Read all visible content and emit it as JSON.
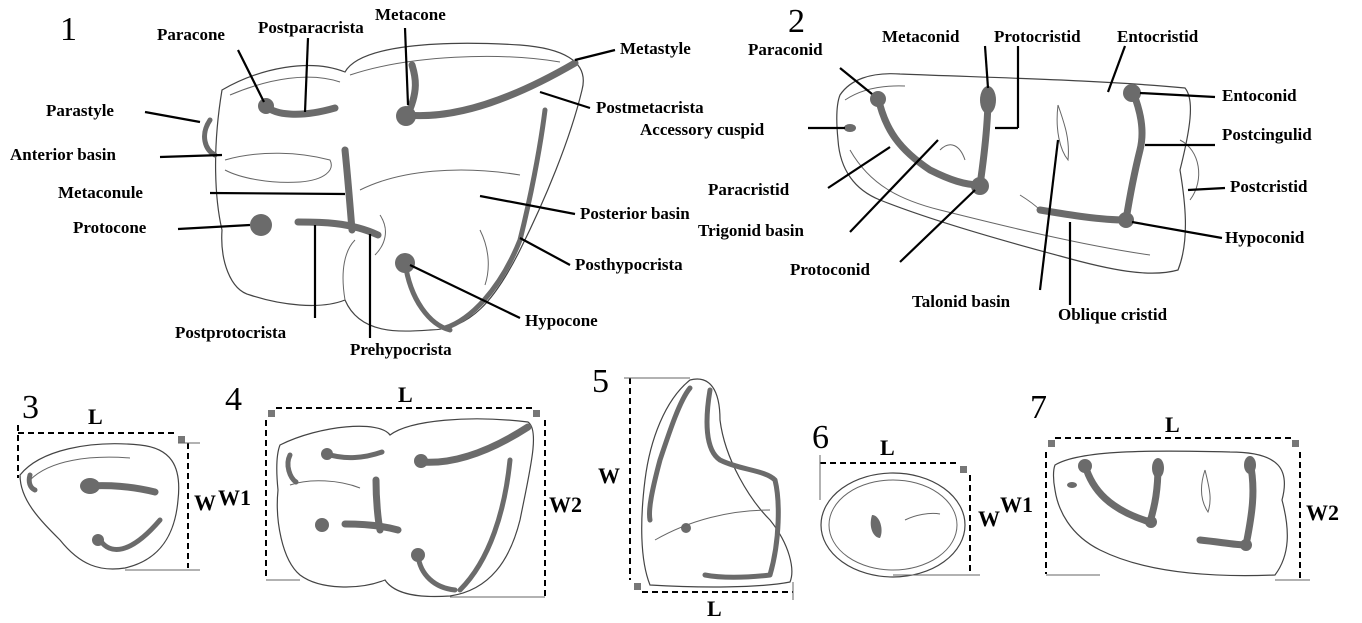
{
  "panels": {
    "p1": "1",
    "p2": "2",
    "p3": "3",
    "p4": "4",
    "p5": "5",
    "p6": "6",
    "p7": "7"
  },
  "upper_molar_labels": {
    "paracone": "Paracone",
    "postparacrista": "Postparacrista",
    "metacone": "Metacone",
    "metastyle": "Metastyle",
    "parastyle": "Parastyle",
    "postmetacrista": "Postmetacrista",
    "anterior_basin": "Anterior basin",
    "metaconule": "Metaconule",
    "posterior_basin": "Posterior basin",
    "protocone": "Protocone",
    "posthypocrista": "Posthypocrista",
    "hypocone": "Hypocone",
    "postprotocrista": "Postprotocrista",
    "prehypocrista": "Prehypocrista"
  },
  "lower_molar_labels": {
    "paraconid": "Paraconid",
    "metaconid": "Metaconid",
    "protocristid": "Protocristid",
    "entocristid": "Entocristid",
    "entoconid": "Entoconid",
    "accessory_cuspid": "Accessory cuspid",
    "postcingulid": "Postcingulid",
    "paracristid": "Paracristid",
    "postcristid": "Postcristid",
    "trigonid_basin": "Trigonid basin",
    "hypoconid": "Hypoconid",
    "protoconid": "Protoconid",
    "talonid_basin": "Talonid basin",
    "oblique_cristid": "Oblique cristid"
  },
  "measurements": {
    "length": "L",
    "width": "W",
    "width1": "W1",
    "width2": "W2"
  }
}
